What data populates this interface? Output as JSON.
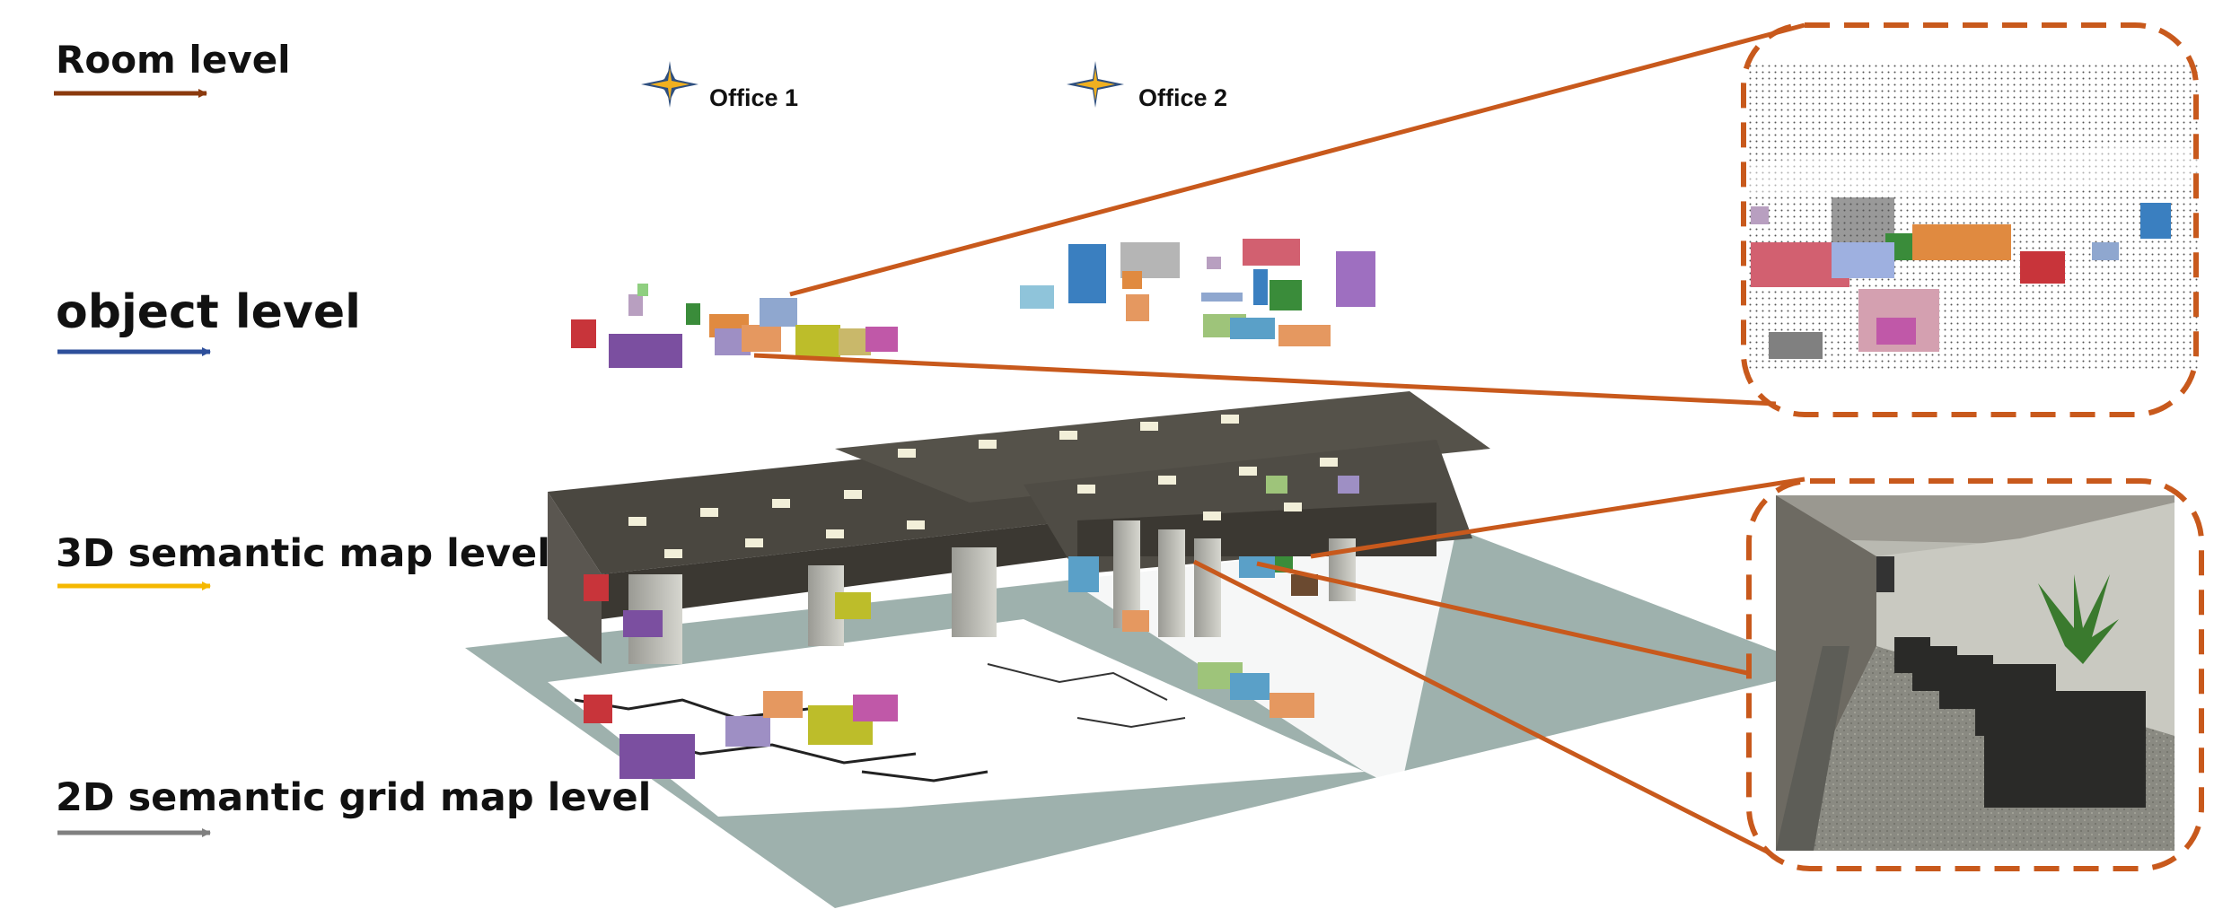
{
  "levels": {
    "room": {
      "label": "Room level",
      "arrow_color": "#8B3A0E"
    },
    "object": {
      "label": "object level",
      "arrow_color": "#2E4F9B"
    },
    "map3d": {
      "label": "3D semantic map level",
      "arrow_color": "#F5B800"
    },
    "grid2d": {
      "label": "2D semantic grid map level",
      "arrow_color": "#808080"
    }
  },
  "rooms": [
    {
      "label": "Office 1"
    },
    {
      "label": "Office 2"
    }
  ],
  "colors": {
    "callout": "#C8591C",
    "floor": "#9EB1AD",
    "ceiling": "#4A4740",
    "star_outer": "#2E4F7F",
    "star_inner": "#F0B020"
  }
}
